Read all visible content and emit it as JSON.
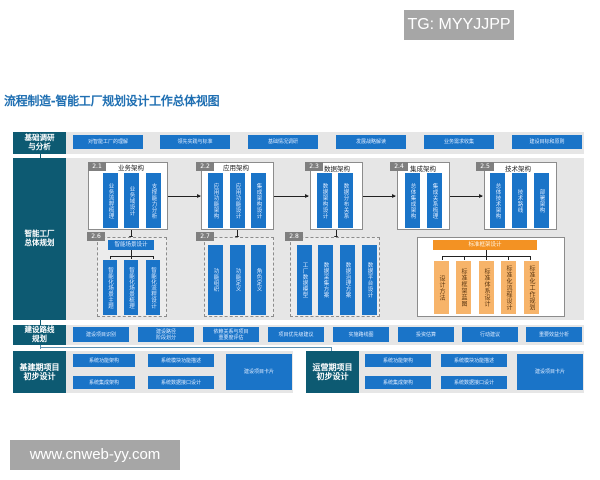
{
  "watermarks": {
    "top": "TG: MYYJJPP",
    "bottom": "www.cnweb-yy.com"
  },
  "title": "流程制造-智能工厂规划设计工作总体视图",
  "colors": {
    "dark_teal": "#0d5a72",
    "blue": "#1a74c8",
    "orange": "#f39223",
    "light_orange": "#f7b46a",
    "band_gray": "#e6e6e6",
    "title_blue": "#1f6fb2"
  },
  "row1": {
    "label": "基础调研\n与分析",
    "items": [
      "对智能工厂的理解",
      "领先实践与标准",
      "基础情况调研",
      "发展战略解读",
      "业务需求收集",
      "建设目标和原则"
    ]
  },
  "row2": {
    "label": "智能工厂\n总体规划",
    "architectures": [
      {
        "num": "2.1",
        "title": "业务架构",
        "cols": [
          "业务流程梳理",
          "业务域设计",
          "支撑能力分析"
        ]
      },
      {
        "num": "2.2",
        "title": "应用架构",
        "cols": [
          "应用功能架构",
          "应用功能设计",
          "集成架构设计"
        ]
      },
      {
        "num": "2.3",
        "title": "数据架构",
        "cols": [
          "数据架构设计",
          "数据分布关系"
        ]
      },
      {
        "num": "2.4",
        "title": "集成架构",
        "cols": [
          "总体集成架构",
          "集成关系梳理"
        ]
      },
      {
        "num": "2.5",
        "title": "技术架构",
        "cols": [
          "总体技术架构",
          "技术路线",
          "部署架构"
        ]
      }
    ],
    "sub": [
      {
        "num": "2.6",
        "header": "智能场景设计",
        "cols": [
          "智能化场景主题",
          "智能化场景梳理",
          "智能化流程设计"
        ]
      },
      {
        "num": "2.7",
        "cols": [
          "功能组织",
          "功能定义",
          "角色定义"
        ]
      },
      {
        "num": "2.8",
        "cols": [
          "工厂数据模型",
          "数据采集方案",
          "数据治理方案",
          "数据平台设计"
        ]
      }
    ],
    "standard": {
      "header": "标准框架设计",
      "cols": [
        "设计方法",
        "标准框架蓝图",
        "标准体系设计",
        "标准化流程设计",
        "标准化工作规划"
      ]
    }
  },
  "row3": {
    "label": "建设路线\n规划",
    "items": [
      "建设项目识别",
      "建设路径\n阶段划分",
      "依赖关系与项目\n重要度评估",
      "项目优先级建议",
      "实施路线图",
      "投资估算",
      "行动建议",
      "重要效益分析"
    ]
  },
  "row4": {
    "left": {
      "label": "基建期项目\n初步设计",
      "items": [
        "系统功能架构",
        "系统模块功能描述",
        "系统集成架构",
        "系统数据接口设计"
      ],
      "card": "建设项目卡片"
    },
    "right": {
      "label": "运营期项目\n初步设计",
      "items": [
        "系统功能架构",
        "系统模块功能描述",
        "系统集成架构",
        "系统数据接口设计"
      ],
      "card": "建设项目卡片"
    }
  }
}
